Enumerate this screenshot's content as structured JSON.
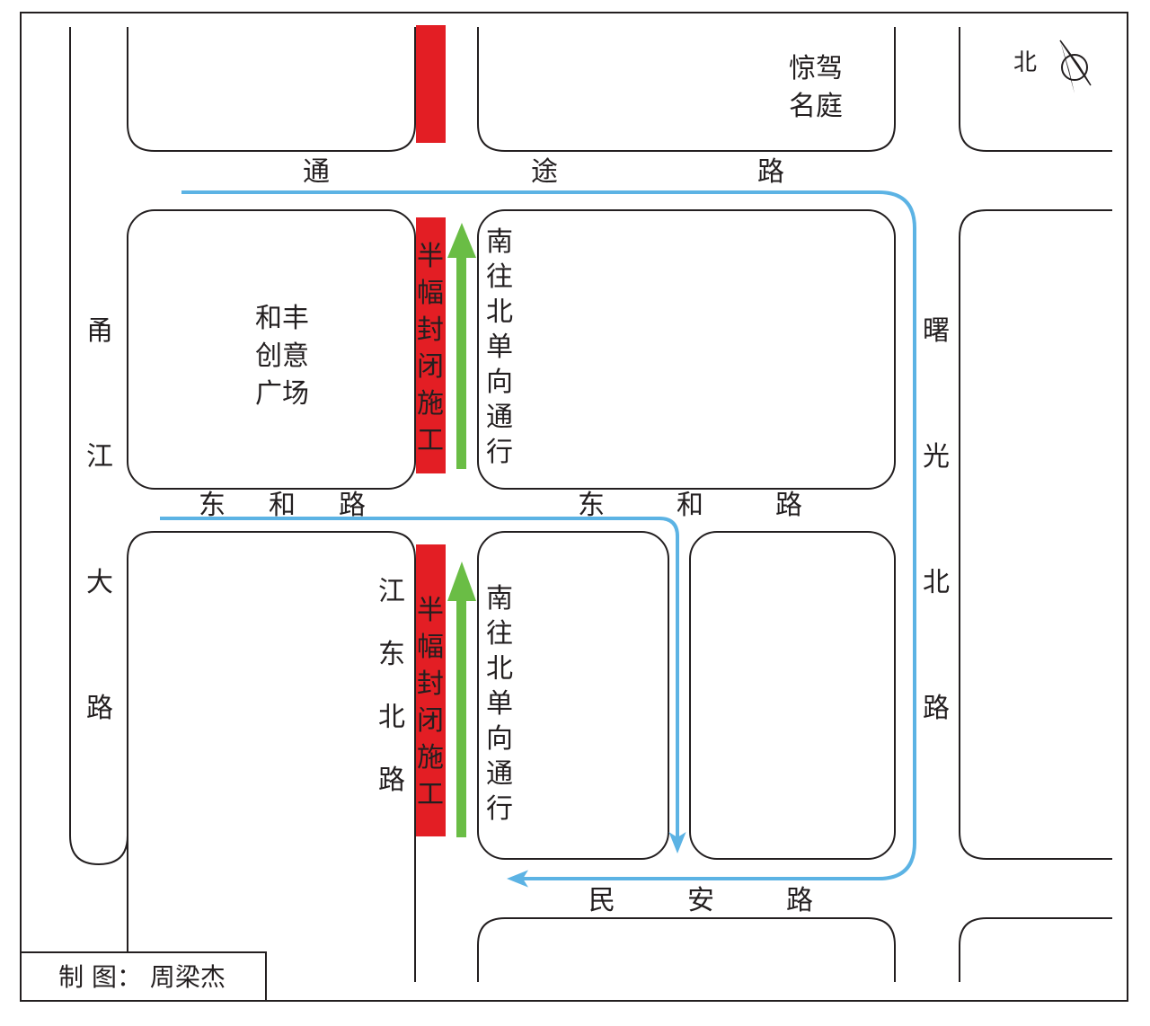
{
  "map": {
    "roads": {
      "tongtu": [
        "通",
        "途",
        "路"
      ],
      "donghe_west": [
        "东",
        "和",
        "路"
      ],
      "donghe_east": [
        "东",
        "和",
        "路"
      ],
      "minan": [
        "民",
        "安",
        "路"
      ],
      "yongjiang": [
        "甬",
        "江",
        "大",
        "路"
      ],
      "shuguang": [
        "曙",
        "光",
        "北",
        "路"
      ],
      "jiangdong": [
        "江",
        "东",
        "北",
        "路"
      ]
    },
    "places": {
      "jingjia": [
        "惊驾",
        "名庭"
      ],
      "hefeng": [
        "和丰",
        "创意",
        "广场"
      ]
    },
    "closure_label": [
      "半",
      "幅",
      "封",
      "闭",
      "施",
      "工"
    ],
    "oneway_label": [
      "南",
      "往",
      "北",
      "单",
      "向",
      "通",
      "行"
    ],
    "north_label": "北",
    "credit": "制 图： 周梁杰",
    "colors": {
      "closure": "#e31e24",
      "oneway_arrow": "#6abd45",
      "oneway_text": "#1aa04a",
      "detour": "#5cb3e4",
      "outline": "#231f20"
    },
    "icons": {
      "compass": "north-arrow-icon"
    }
  }
}
